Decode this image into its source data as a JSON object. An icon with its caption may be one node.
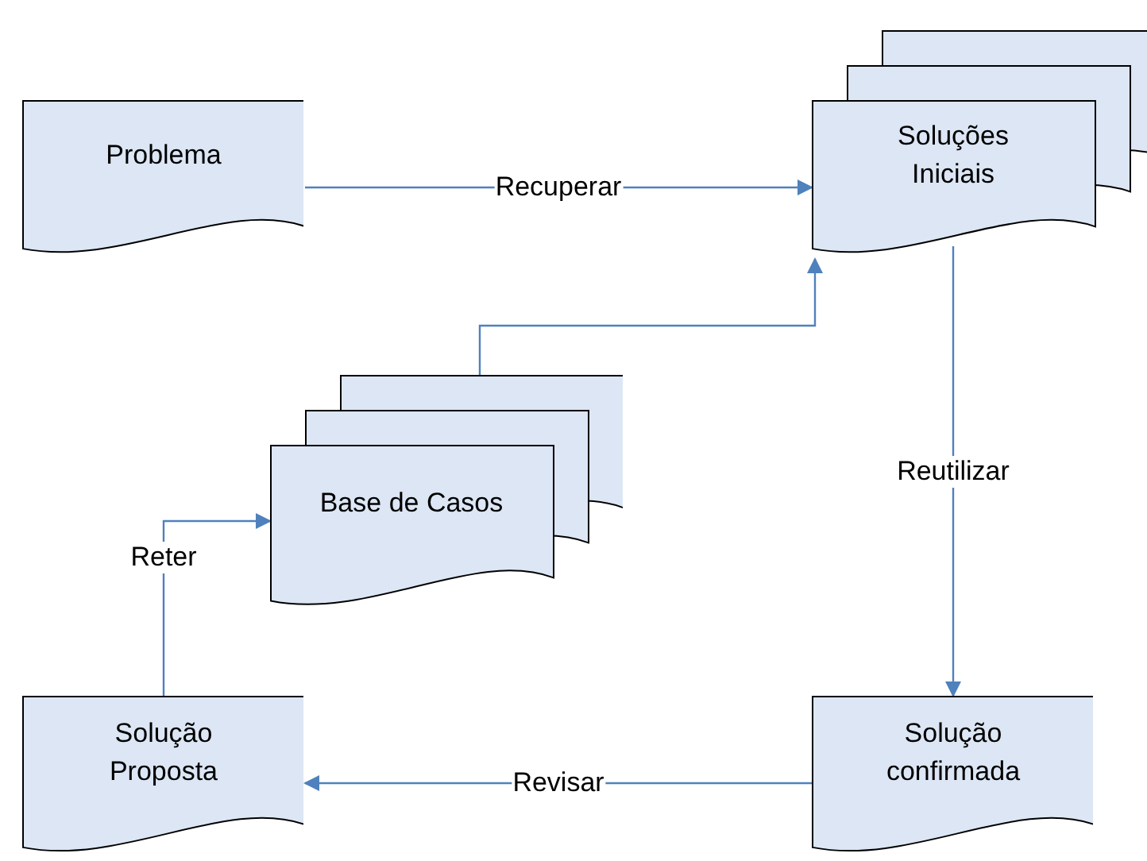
{
  "diagram": {
    "nodes": [
      {
        "text": [
          "Problema"
        ]
      },
      {
        "text": [
          "Soluções Iniciais"
        ]
      },
      {
        "text": [
          "Base de Casos"
        ]
      },
      {
        "text": [
          "Solução Proposta"
        ]
      },
      {
        "text": [
          "Solução confirmada"
        ]
      }
    ],
    "edges": [
      {
        "from": 0,
        "to": 1,
        "arrow": "to",
        "label": "Recuperar"
      },
      {
        "from": 2,
        "to": 1,
        "arrow": "to"
      },
      {
        "from": 1,
        "to": 4,
        "arrow": "to",
        "label": "Reutilizar"
      },
      {
        "from": 4,
        "to": 3,
        "arrow": "to",
        "label": "Revisar"
      },
      {
        "from": 3,
        "to": 2,
        "arrow": "to",
        "label": "Reter"
      }
    ]
  }
}
